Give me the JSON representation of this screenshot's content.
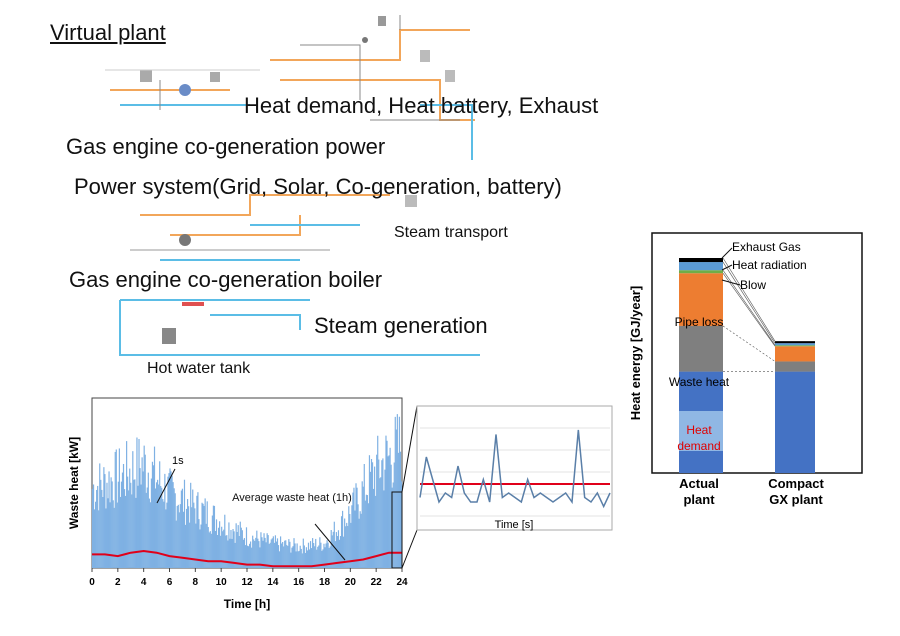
{
  "title": "Virtual plant",
  "labels": {
    "heat_demand_line": "Heat demand, Heat battery, Exhaust",
    "gas_engine_power": "Gas engine co-generation power",
    "power_system": "Power system(Grid, Solar, Co-generation, battery)",
    "steam_transport": "Steam transport",
    "gas_engine_boiler": "Gas engine co-generation boiler",
    "steam_generation": "Steam generation",
    "hot_water_tank": "Hot water tank"
  },
  "colors": {
    "pipe_orange": "#f2a65a",
    "pipe_blue": "#5bbde6",
    "waste_fill": "#7fb1e3",
    "average_line": "#e0001a",
    "heat_demand_bar": "#4472c4",
    "waste_heat_bar": "#7f7f7f",
    "pipe_loss_bar": "#ed7d31",
    "blow_bar": "#70ad47",
    "heat_radiation_bar": "#5b9bd5",
    "exhaust_bar": "#000000"
  },
  "chart_data": [
    {
      "type": "area",
      "xlabel": "Time [h]",
      "ylabel": "Waste heat [kW]",
      "x_ticks": [
        "0",
        "2",
        "4",
        "6",
        "8",
        "10",
        "12",
        "14",
        "16",
        "18",
        "20",
        "22",
        "24"
      ],
      "xlim": [
        0,
        24
      ],
      "series": [
        {
          "name": "1s",
          "x": [
            0,
            2,
            4,
            6,
            8,
            10,
            12,
            14,
            16,
            18,
            20,
            22,
            24
          ],
          "values": [
            0.55,
            0.62,
            0.72,
            0.52,
            0.42,
            0.32,
            0.22,
            0.17,
            0.15,
            0.17,
            0.38,
            0.68,
            0.85
          ]
        },
        {
          "name": "Average waste heat (1h)",
          "x": [
            0,
            1,
            2,
            3,
            4,
            5,
            6,
            7,
            8,
            9,
            10,
            11,
            12,
            13,
            14,
            15,
            16,
            17,
            18,
            19,
            20,
            21,
            22,
            23,
            24
          ],
          "values": [
            0.08,
            0.08,
            0.07,
            0.09,
            0.1,
            0.09,
            0.07,
            0.06,
            0.05,
            0.04,
            0.04,
            0.03,
            0.02,
            0.02,
            0.01,
            0.01,
            0.01,
            0.01,
            0.02,
            0.03,
            0.04,
            0.05,
            0.07,
            0.09,
            0.09
          ]
        }
      ],
      "annotations": [
        "1s",
        "Average waste heat (1h)"
      ]
    },
    {
      "type": "line",
      "xlabel": "Time [s]",
      "series": [
        {
          "name": "",
          "values": [
            0.25,
            0.7,
            0.45,
            0.2,
            0.3,
            0.25,
            0.6,
            0.3,
            0.2,
            0.2,
            0.45,
            0.2,
            0.95,
            0.25,
            0.3,
            0.25,
            0.2,
            0.45,
            0.25,
            0.3,
            0.25,
            0.2,
            0.25,
            0.3,
            0.2,
            1.0,
            0.25,
            0.2,
            0.3,
            0.15,
            0.3
          ]
        },
        {
          "name": "",
          "values": [
            0.4,
            0.4
          ]
        }
      ]
    },
    {
      "type": "bar",
      "ylabel": "Heat energy [GJ/year]",
      "categories": [
        "Actual\nplant",
        "Compact\nGX plant"
      ],
      "series": [
        {
          "name": "Heat demand",
          "values": [
            100,
            100
          ]
        },
        {
          "name": "Waste heat",
          "values": [
            45,
            10
          ]
        },
        {
          "name": "Pipe loss",
          "values": [
            52,
            15
          ]
        },
        {
          "name": "Blow",
          "values": [
            3,
            1
          ]
        },
        {
          "name": "Heat radiation",
          "values": [
            8,
            2
          ]
        },
        {
          "name": "Exhaust Gas",
          "values": [
            4,
            2
          ]
        }
      ],
      "legend_labels": [
        "Exhaust Gas",
        "Heat radiation",
        "Blow",
        "Pipe loss",
        "Waste heat",
        "Heat demand"
      ]
    }
  ]
}
